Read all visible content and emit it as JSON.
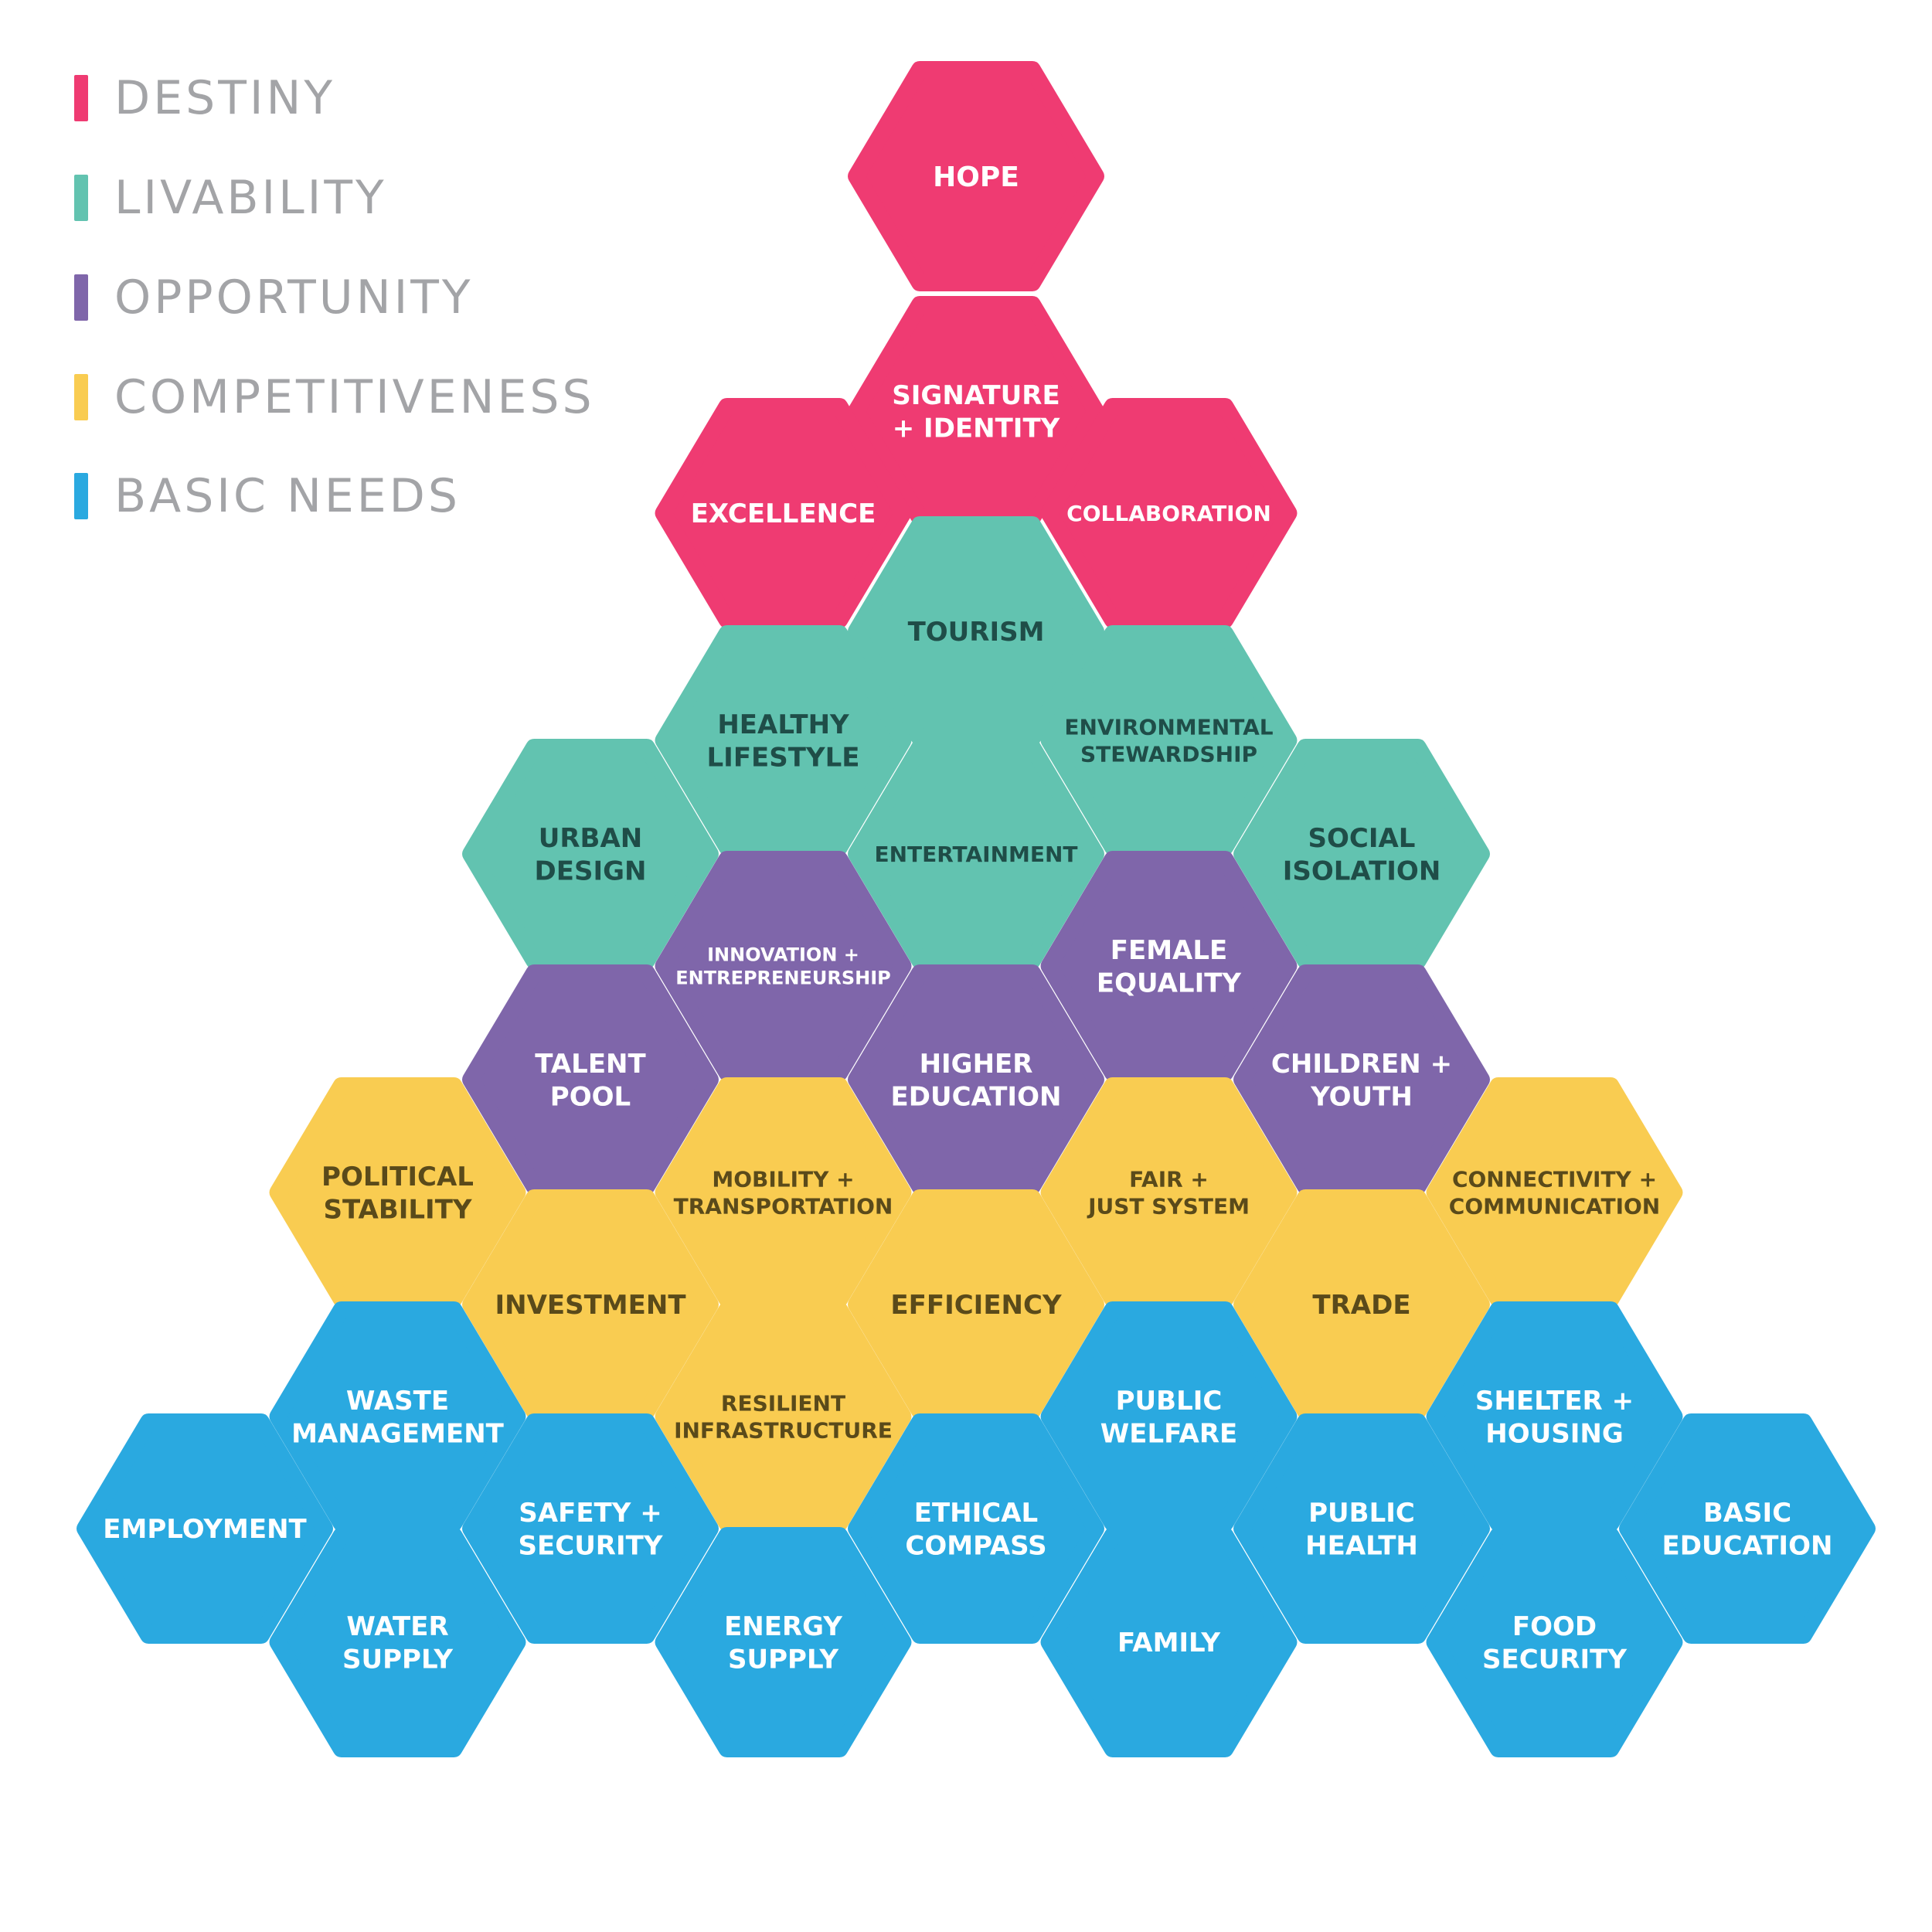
{
  "legend": [
    {
      "label": "DESTINY",
      "color": "#ef3b72"
    },
    {
      "label": "LIVABILITY",
      "color": "#62c3b0"
    },
    {
      "label": "OPPORTUNITY",
      "color": "#7f66aa"
    },
    {
      "label": "COMPETITIVENESS",
      "color": "#f9cc51"
    },
    {
      "label": "BASIC NEEDS",
      "color": "#2aa9e0"
    }
  ],
  "categories": {
    "destiny": {
      "fill": "#ef3b72",
      "text": "#ffffff"
    },
    "livability": {
      "fill": "#62c3b0",
      "text": "#1f4d48"
    },
    "opportunity": {
      "fill": "#7f66aa",
      "text": "#ffffff"
    },
    "competitiveness": {
      "fill": "#f9cc51",
      "text": "#5a4a1a"
    },
    "basic": {
      "fill": "#2aa9e0",
      "text": "#ffffff"
    }
  },
  "hexes": [
    {
      "label": "HOPE",
      "category": "destiny"
    },
    {
      "label": "SIGNATURE\n+ IDENTITY",
      "category": "destiny"
    },
    {
      "label": "EXCELLENCE",
      "category": "destiny"
    },
    {
      "label": "COLLABORATION",
      "category": "destiny"
    },
    {
      "label": "TOURISM",
      "category": "livability"
    },
    {
      "label": "HEALTHY\nLIFESTYLE",
      "category": "livability"
    },
    {
      "label": "ENVIRONMENTAL\nSTEWARDSHIP",
      "category": "livability"
    },
    {
      "label": "URBAN\nDESIGN",
      "category": "livability"
    },
    {
      "label": "ENTERTAINMENT",
      "category": "livability"
    },
    {
      "label": "SOCIAL\nISOLATION",
      "category": "livability"
    },
    {
      "label": "INNOVATION +\nENTREPRENEURSHIP",
      "category": "opportunity"
    },
    {
      "label": "FEMALE\nEQUALITY",
      "category": "opportunity"
    },
    {
      "label": "TALENT\nPOOL",
      "category": "opportunity"
    },
    {
      "label": "HIGHER\nEDUCATION",
      "category": "opportunity"
    },
    {
      "label": "CHILDREN +\nYOUTH",
      "category": "opportunity"
    },
    {
      "label": "POLITICAL\nSTABILITY",
      "category": "competitiveness"
    },
    {
      "label": "MOBILITY +\nTRANSPORTATION",
      "category": "competitiveness"
    },
    {
      "label": "FAIR +\nJUST SYSTEM",
      "category": "competitiveness"
    },
    {
      "label": "CONNECTIVITY +\nCOMMUNICATION",
      "category": "competitiveness"
    },
    {
      "label": "INVESTMENT",
      "category": "competitiveness"
    },
    {
      "label": "EFFICIENCY",
      "category": "competitiveness"
    },
    {
      "label": "TRADE",
      "category": "competitiveness"
    },
    {
      "label": "RESILIENT\nINFRASTRUCTURE",
      "category": "competitiveness"
    },
    {
      "label": "WASTE\nMANAGEMENT",
      "category": "basic"
    },
    {
      "label": "PUBLIC\nWELFARE",
      "category": "basic"
    },
    {
      "label": "SHELTER +\nHOUSING",
      "category": "basic"
    },
    {
      "label": "EMPLOYMENT",
      "category": "basic"
    },
    {
      "label": "SAFETY +\nSECURITY",
      "category": "basic"
    },
    {
      "label": "ETHICAL\nCOMPASS",
      "category": "basic"
    },
    {
      "label": "PUBLIC\nHEALTH",
      "category": "basic"
    },
    {
      "label": "BASIC\nEDUCATION",
      "category": "basic"
    },
    {
      "label": "WATER\nSUPPLY",
      "category": "basic"
    },
    {
      "label": "ENERGY\nSUPPLY",
      "category": "basic"
    },
    {
      "label": "FAMILY",
      "category": "basic"
    },
    {
      "label": "FOOD\nSECURITY",
      "category": "basic"
    }
  ]
}
